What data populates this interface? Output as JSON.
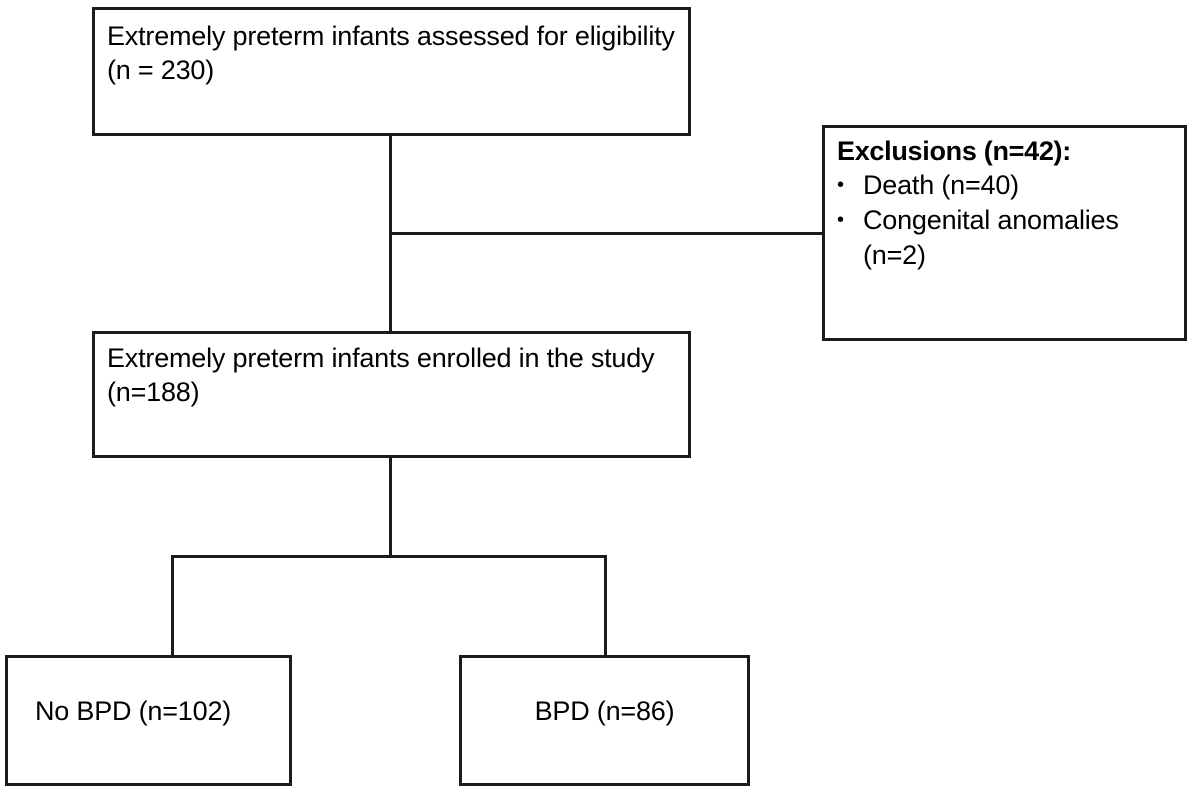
{
  "diagram": {
    "title": "CONSORT-style participant flow diagram",
    "type": "flowchart",
    "nodes": {
      "assessed": {
        "text": "Extremely preterm infants assessed for eligibility (n = 230)",
        "n": 230
      },
      "exclusions": {
        "title": "Exclusions (n=42):",
        "n": 42,
        "items": [
          {
            "bullet": "•",
            "label": "Death (n=40)",
            "n": 40
          },
          {
            "bullet": "•",
            "label": "Congenital anomalies (n=2)",
            "n": 2
          }
        ]
      },
      "enrolled": {
        "text": "Extremely preterm infants enrolled in the study (n=188)",
        "n": 188
      },
      "no_bpd": {
        "text": "No BPD (n=102)",
        "n": 102
      },
      "bpd": {
        "text": "BPD (n=86)",
        "n": 86
      }
    },
    "colors": {
      "border": "#1b1b1b",
      "background": "#ffffff",
      "text": "#000000"
    }
  }
}
